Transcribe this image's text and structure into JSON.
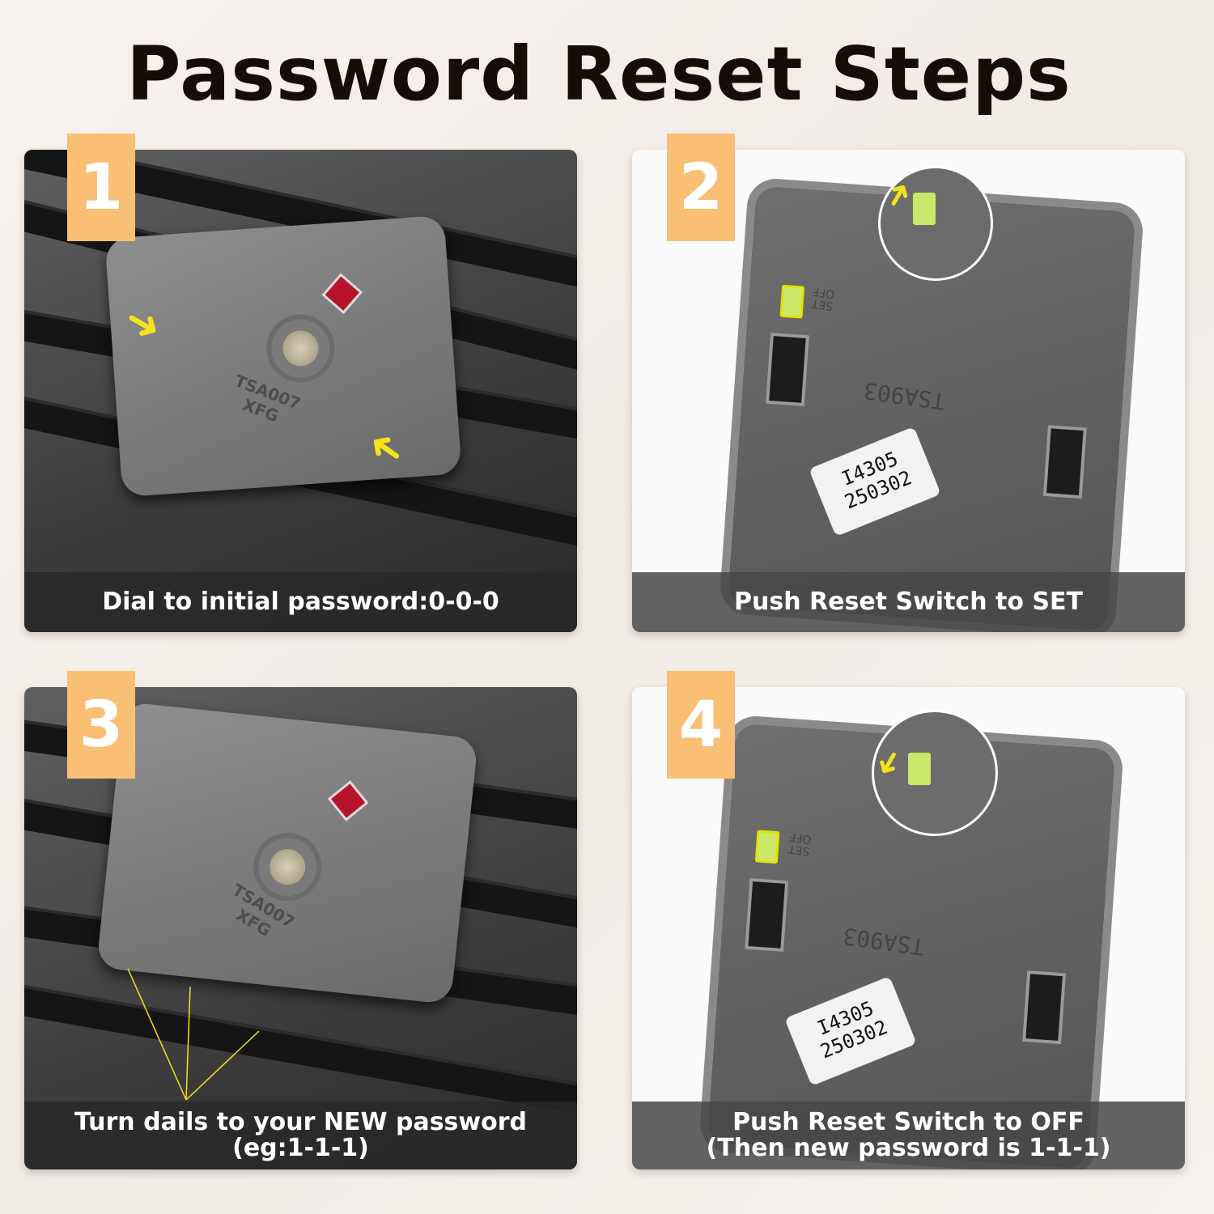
{
  "title": "Password Reset Steps",
  "colors": {
    "badge": "#f9bf75",
    "arrow": "#f4e31b",
    "switch": "#cbe86a"
  },
  "steps": [
    {
      "number": "1",
      "caption": [
        "Dial to initial password:0-0-0"
      ],
      "lock_text": [
        "TSA007",
        "XFG"
      ]
    },
    {
      "number": "2",
      "caption": [
        "Push Reset Switch to SET"
      ],
      "plate_mark": "TSA903",
      "switch_label": [
        "SET",
        "OFF"
      ],
      "sticker": [
        "I4305",
        "250302"
      ]
    },
    {
      "number": "3",
      "caption": [
        "Turn dails to your NEW password",
        "(eg:1-1-1)"
      ],
      "lock_text": [
        "TSA007",
        "XFG"
      ]
    },
    {
      "number": "4",
      "caption": [
        "Push Reset Switch to OFF",
        "(Then new password is 1-1-1)"
      ],
      "plate_mark": "TSA903",
      "switch_label": [
        "SET",
        "OFF"
      ],
      "sticker": [
        "I4305",
        "250302"
      ]
    }
  ]
}
